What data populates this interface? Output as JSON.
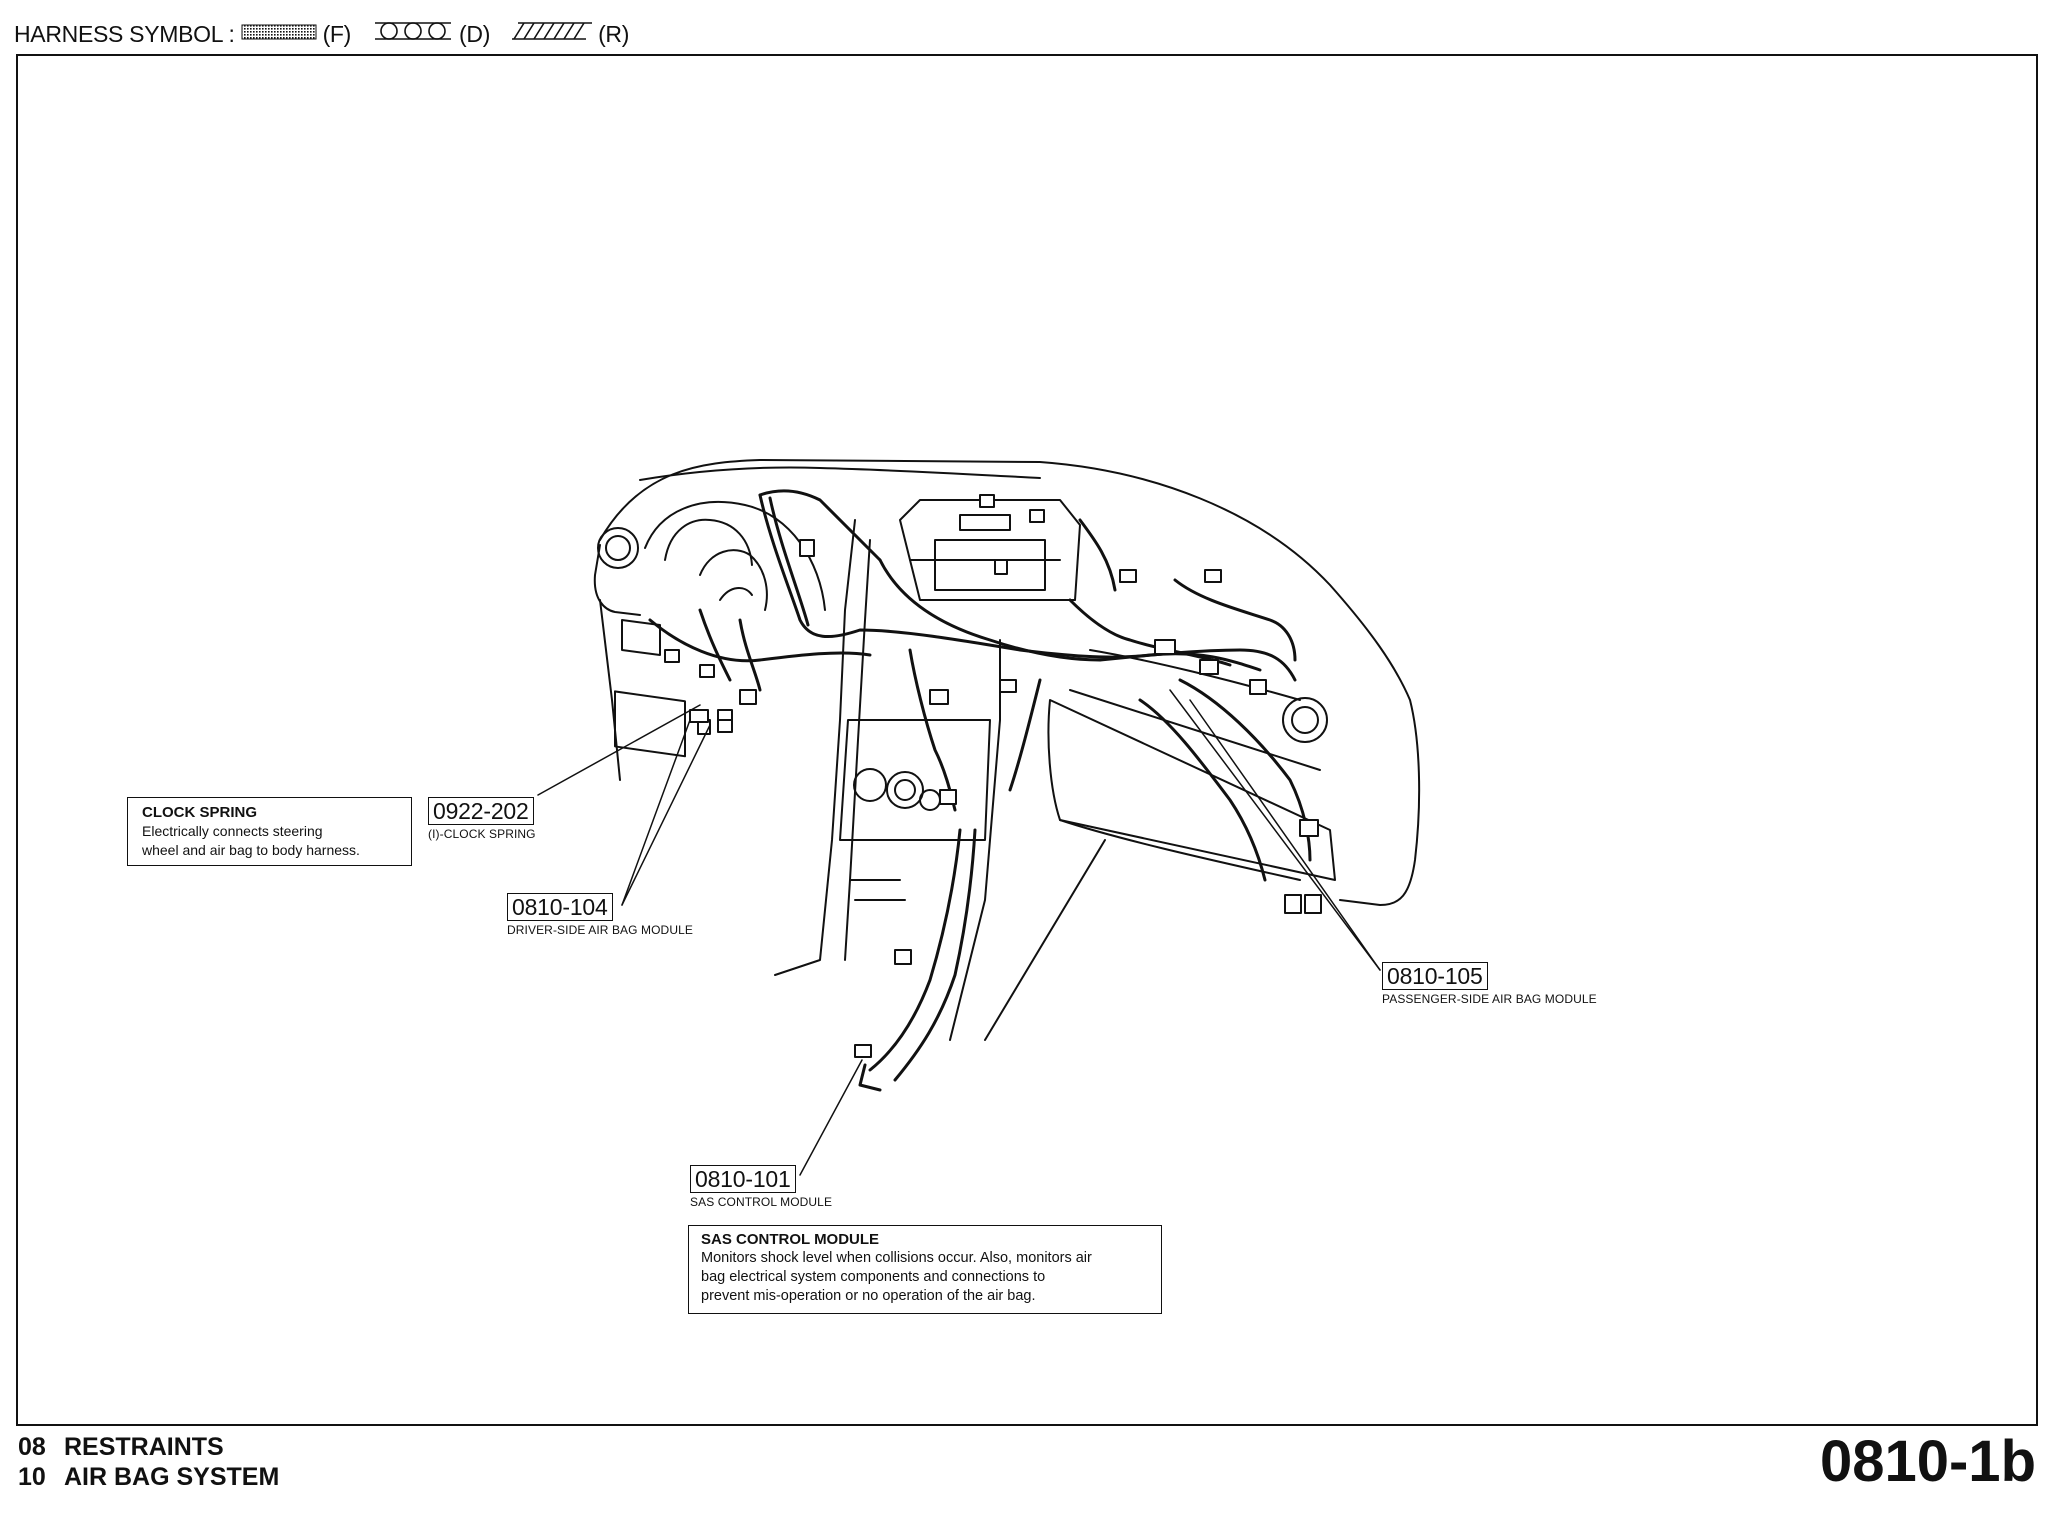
{
  "legend": {
    "prefix": "HARNESS SYMBOL :",
    "items": [
      {
        "pattern": "dotted",
        "code": "(F)"
      },
      {
        "pattern": "circles",
        "code": "(D)"
      },
      {
        "pattern": "hatched",
        "code": "(R)"
      }
    ]
  },
  "refs": {
    "clock_spring": {
      "code": "0922-202",
      "caption": "(I)-CLOCK SPRING"
    },
    "driver_airbag": {
      "code": "0810-104",
      "caption": "DRIVER-SIDE AIR BAG MODULE"
    },
    "passenger_airbag": {
      "code": "0810-105",
      "caption": "PASSENGER-SIDE AIR BAG MODULE"
    },
    "sas_module": {
      "code": "0810-101",
      "caption": "SAS CONTROL MODULE"
    }
  },
  "notes": {
    "clock_spring": {
      "title": "CLOCK SPRING",
      "line1": "Electrically connects steering",
      "line2": "wheel and air bag to body harness."
    },
    "sas_module": {
      "title": "SAS CONTROL MODULE",
      "line1": "Monitors shock level when collisions occur. Also, monitors air",
      "line2": "bag electrical system components and connections to",
      "line3": "prevent mis-operation or no operation of the air bag."
    }
  },
  "footer": {
    "section_num": "08",
    "section_name": "RESTRAINTS",
    "subsection_num": "10",
    "subsection_name": "AIR BAG SYSTEM",
    "page_code": "0810-1b"
  }
}
